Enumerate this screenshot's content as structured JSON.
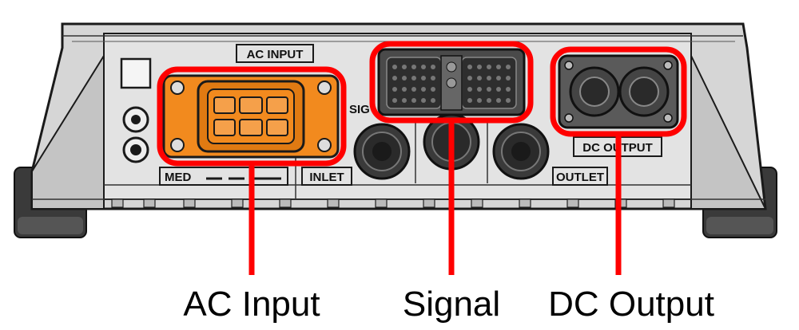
{
  "colors": {
    "housing": "#d2d2d2",
    "outline": "#1a1a1a",
    "callout": "#ff0000",
    "ac_connector": "#f28a1e",
    "feet": "#3a3a3a"
  },
  "engraved": {
    "ac_input": "AC INPUT",
    "dc_output": "DC OUTPUT",
    "inlet": "INLET",
    "outlet": "OUTLET",
    "med": "MED",
    "sig": "SIG"
  },
  "callouts": {
    "ac_input": "AC Input",
    "signal": "Signal",
    "dc_output": "DC Output"
  }
}
